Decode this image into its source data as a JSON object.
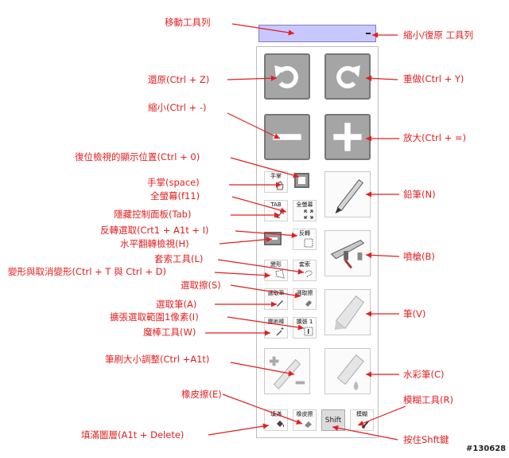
{
  "annotations": {
    "move_toolbar": "移動工具列",
    "minimize_restore": "縮小/復原 工具列",
    "undo": "還原(Ctrl + Z)",
    "redo": "重做(Ctrl + Y)",
    "zoom_out": "縮小(Ctrl + -)",
    "zoom_in": "放大(Ctrl + =)",
    "reset_view": "復位檢視的顯示位置(Ctrl + 0)",
    "hand": "手掌(space)",
    "fullscreen": "全螢幕(f11)",
    "hide_panel": "隱藏控制面板(Tab)",
    "invert_selection": "反轉選取(Crt1 + A1t + I)",
    "flip_view": "水平翻轉檢視(H)",
    "lasso": "套索工具(L)",
    "transform": "變形與取消變形(Ctrl + T 與 Ctrl + D)",
    "selection_eraser": "選取擦(S)",
    "selection_pen": "選取筆(A)",
    "expand_selection": "擴張選取範圍1像素(I)",
    "magic_wand": "魔棒工具(W)",
    "brush_size": "筆刷大小調整(Ctrl +A1t)",
    "eraser": "橡皮擦(E)",
    "fill_layer": "填滿圖層(A1t + Delete)",
    "pencil": "鉛筆(N)",
    "airbrush": "噴槍(B)",
    "pen": "筆(V)",
    "watercolor": "水彩筆(C)",
    "blur": "模糊工具(R)",
    "hold_shift": "按住Shft鍵"
  },
  "toolbar_labels": {
    "hand": "手掌",
    "tab": "TAB",
    "fullscreen": "全螢幕",
    "invert": "反轉",
    "transform": "變形",
    "lasso": "套索",
    "sel_pen": "選取筆",
    "sel_eraser": "選取擦",
    "magic_wand": "魔術棒",
    "expand": "擴張 1",
    "fill": "填滿",
    "eraser": "橡皮擦",
    "shift": "Shift",
    "blur": "模糊"
  },
  "watermark": "#130628",
  "colors": {
    "annotation": "#e31e1e",
    "titlebar": "#c8c8ff"
  }
}
